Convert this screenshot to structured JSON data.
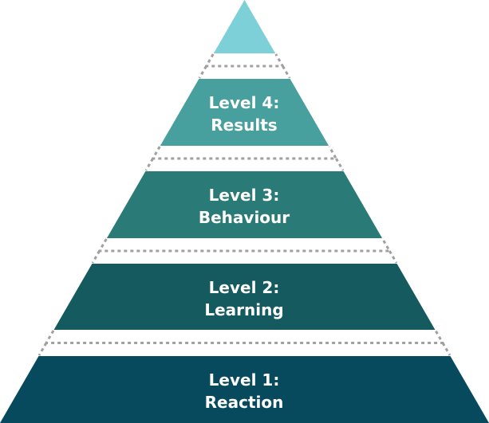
{
  "title": "Pyramid of evaluation levels",
  "colors": {
    "apex": "#7dd0d8",
    "level4": "#48a09e",
    "level3": "#2a7b78",
    "level2": "#145a5e",
    "level1": "#074a5e",
    "dashed": "#a0a0a0"
  },
  "levels": [
    {
      "line1": "Level 4:",
      "line2": "Results"
    },
    {
      "line1": "Level 3:",
      "line2": "Behaviour"
    },
    {
      "line1": "Level 2:",
      "line2": "Learning"
    },
    {
      "line1": "Level 1:",
      "line2": "Reaction"
    }
  ]
}
